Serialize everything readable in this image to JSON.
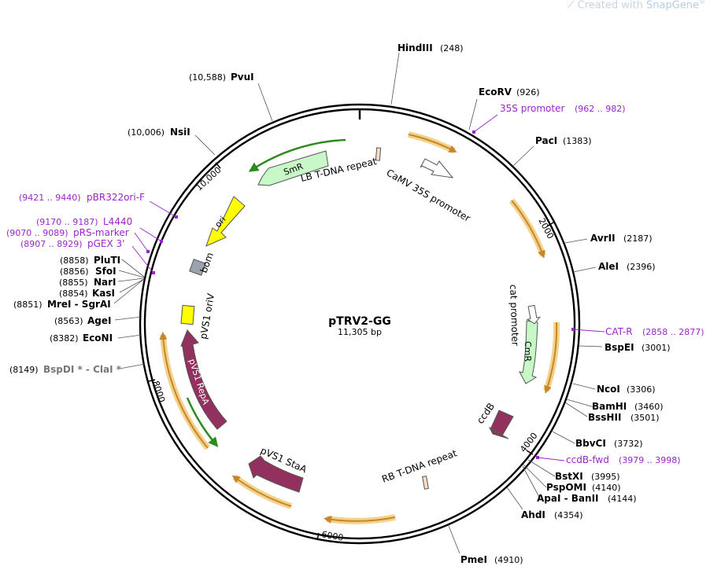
{
  "watermark": {
    "prefix": "Created with ",
    "brand": "SnapGene",
    "suffix": "®"
  },
  "plasmid": {
    "name": "pTRV2-GG",
    "length_text": "11,305 bp",
    "length": 11305
  },
  "colors": {
    "primer": "#9a26c9",
    "rep_gene": "#92305e",
    "ori": "#ffff00",
    "resist_marker": "#c8f8c8",
    "bom": "#9ca3ad",
    "misc_halo": "#f3d28c",
    "misc_arrow": "#c8862a",
    "green_arrow": "#2e8b1f"
  },
  "enzymes": [
    {
      "name": "HindIII",
      "pos": "(248)"
    },
    {
      "name": "EcoRV",
      "pos": "(926)"
    },
    {
      "name": "PacI",
      "pos": "(1383)"
    },
    {
      "name": "AvrII",
      "pos": "(2187)"
    },
    {
      "name": "AleI",
      "pos": "(2396)"
    },
    {
      "name": "BspEI",
      "pos": "(3001)"
    },
    {
      "name": "NcoI",
      "pos": "(3306)"
    },
    {
      "name": "BamHI",
      "pos": "(3460)"
    },
    {
      "name": "BssHII",
      "pos": "(3501)"
    },
    {
      "name": "BbvCI",
      "pos": "(3732)"
    },
    {
      "name": "BstXI",
      "pos": "(3995)"
    },
    {
      "name": "PspOMI",
      "pos": "(4140)"
    },
    {
      "name": "ApaI  - BanII",
      "pos": "(4144)"
    },
    {
      "name": "AhdI",
      "pos": "(4354)"
    },
    {
      "name": "PmeI",
      "pos": "(4910)"
    },
    {
      "name": "BspDI * - ClaI *",
      "pos": "(8149)"
    },
    {
      "name": "EcoNI",
      "pos": "(8382)"
    },
    {
      "name": "AgeI",
      "pos": "(8563)"
    },
    {
      "name": "MreI  - SgrAI",
      "pos": "(8851)"
    },
    {
      "name": "KasI",
      "pos": "(8854)"
    },
    {
      "name": "NarI",
      "pos": "(8855)"
    },
    {
      "name": "SfoI",
      "pos": "(8856)"
    },
    {
      "name": "PluTI",
      "pos": "(8858)"
    },
    {
      "name": "NsiI",
      "pos": "(10,006)"
    },
    {
      "name": "PvuI",
      "pos": "(10,588)"
    }
  ],
  "primers": [
    {
      "name": "35S promoter",
      "range": "(962 .. 982)"
    },
    {
      "name": "CAT-R",
      "range": "(2858 .. 2877)"
    },
    {
      "name": "ccdB-fwd",
      "range": "(3979 .. 3998)"
    },
    {
      "name": "pGEX 3'",
      "range": "(8907 .. 8929)"
    },
    {
      "name": "pRS-marker",
      "range": "(9070 .. 9089)"
    },
    {
      "name": "L4440",
      "range": "(9170 .. 9187)"
    },
    {
      "name": "pBR322ori-F",
      "range": "(9421 .. 9440)"
    }
  ],
  "features": [
    {
      "name": "LB T-DNA repeat"
    },
    {
      "name": "CaMV 35S promoter"
    },
    {
      "name": "SmR"
    },
    {
      "name": "ori"
    },
    {
      "name": "bom"
    },
    {
      "name": "pVS1 oriV"
    },
    {
      "name": "pVS1 RepA"
    },
    {
      "name": "pVS1 StaA"
    },
    {
      "name": "RB T-DNA repeat"
    },
    {
      "name": "ccdB"
    },
    {
      "name": "cat promoter"
    },
    {
      "name": "CmR"
    }
  ],
  "ticks": [
    "2000",
    "4000",
    "6000",
    "8000",
    "10,000"
  ]
}
